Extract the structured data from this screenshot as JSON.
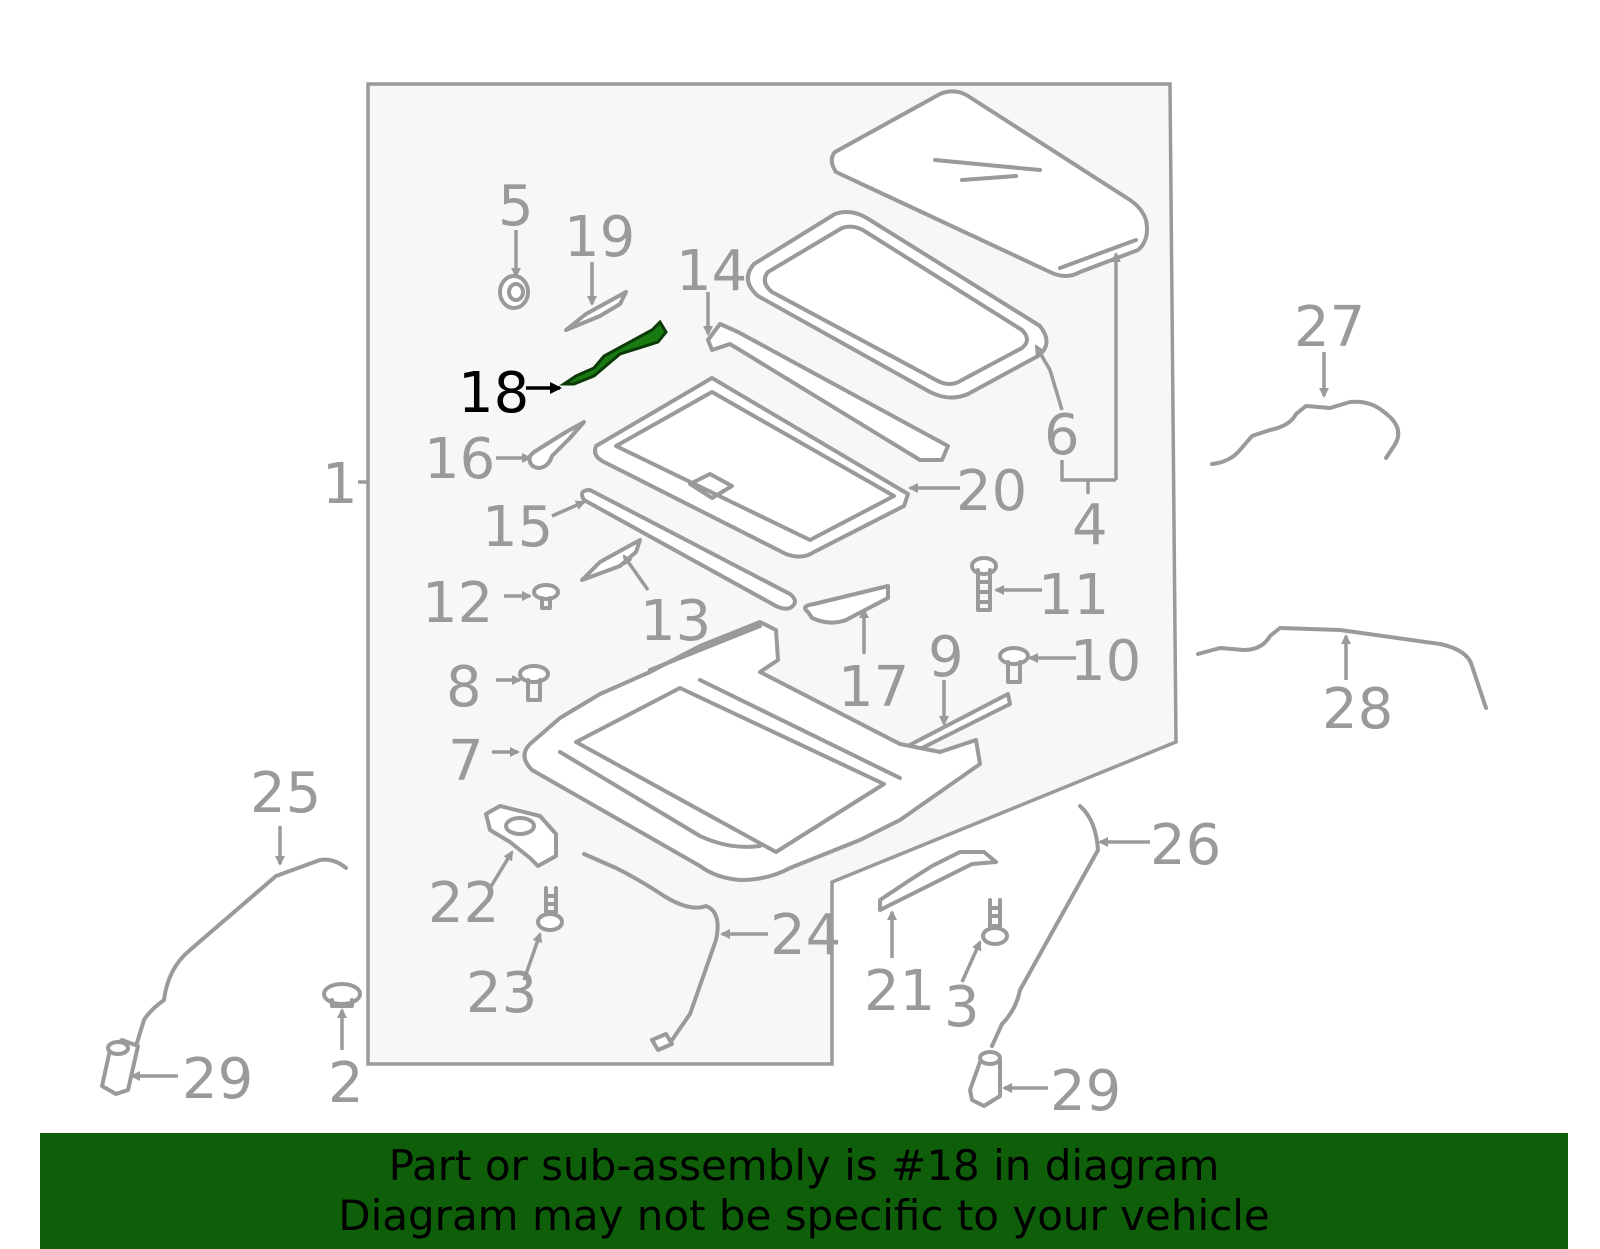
{
  "highlight": {
    "part_number": "18",
    "color": "#1a7a12"
  },
  "callouts": [
    {
      "id": "c1",
      "text": "1"
    },
    {
      "id": "c2",
      "text": "2"
    },
    {
      "id": "c3",
      "text": "3"
    },
    {
      "id": "c4",
      "text": "4"
    },
    {
      "id": "c5",
      "text": "5"
    },
    {
      "id": "c6",
      "text": "6"
    },
    {
      "id": "c7",
      "text": "7"
    },
    {
      "id": "c8",
      "text": "8"
    },
    {
      "id": "c9",
      "text": "9"
    },
    {
      "id": "c10",
      "text": "10"
    },
    {
      "id": "c11",
      "text": "11"
    },
    {
      "id": "c12",
      "text": "12"
    },
    {
      "id": "c13",
      "text": "13"
    },
    {
      "id": "c14",
      "text": "14"
    },
    {
      "id": "c15",
      "text": "15"
    },
    {
      "id": "c16",
      "text": "16"
    },
    {
      "id": "c17",
      "text": "17"
    },
    {
      "id": "c18",
      "text": "18"
    },
    {
      "id": "c19",
      "text": "19"
    },
    {
      "id": "c20",
      "text": "20"
    },
    {
      "id": "c21",
      "text": "21"
    },
    {
      "id": "c22",
      "text": "22"
    },
    {
      "id": "c23",
      "text": "23"
    },
    {
      "id": "c24",
      "text": "24"
    },
    {
      "id": "c25",
      "text": "25"
    },
    {
      "id": "c26",
      "text": "26"
    },
    {
      "id": "c27",
      "text": "27"
    },
    {
      "id": "c28",
      "text": "28"
    },
    {
      "id": "c29a",
      "text": "29"
    },
    {
      "id": "c29b",
      "text": "29"
    }
  ],
  "banner": {
    "line1": "Part or sub-assembly is #18 in diagram",
    "line2": "Diagram may not be specific to your vehicle",
    "background": "#0f5f0a"
  }
}
